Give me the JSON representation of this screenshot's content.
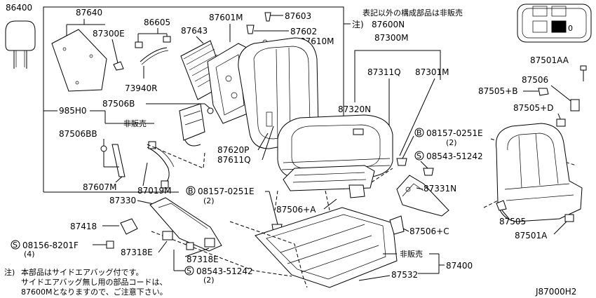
{
  "header_note": "表記以外の構成部品は非販売",
  "note_prefix": "注)",
  "parts": {
    "headrest": "86400",
    "back_board": "87640",
    "clip": "86605",
    "bolt_87300e": "87300E",
    "wire": "73940R",
    "pad_87643": "87643",
    "back_frame": "87601M",
    "part_87603": "87603",
    "part_87602": "87602",
    "part_87610m": "87610M",
    "seat_cushion_assy": "87300M",
    "part_87311q": "87311Q",
    "part_87301m": "87301M",
    "part_87320n": "87320N",
    "part_87506b": "87506B",
    "part_985h0": "985H0",
    "airbag_not_sold": "非販売",
    "part_87506bb": "87506BB",
    "part_87607m": "87607M",
    "part_87019m": "87019M",
    "part_87620p": "87620P",
    "part_87611q": "87611Q",
    "part_87330": "87330",
    "part_87418": "87418",
    "part_87318e_a": "87318E",
    "part_87318e_b": "87318E",
    "part_87506a": "87506+A",
    "part_87331n": "87331N",
    "part_87506c": "87506+C",
    "part_87400": "87400",
    "rail_not_sold": "非販売",
    "part_87532": "87532",
    "part_87501aa": "87501AA",
    "part_87506": "87506",
    "part_87505b": "87505+B",
    "part_87505d": "87505+D",
    "part_87505": "87505",
    "part_87501a": "87501A"
  },
  "fasteners": {
    "bolt_upper": {
      "prefix": "B",
      "code": "08157-0251E",
      "qty": "(2)"
    },
    "screw_upper": {
      "prefix": "S",
      "code": "08543-51242",
      "qty": ""
    },
    "bolt_mid": {
      "prefix": "B",
      "code": "08157-0251E",
      "qty": "(2)"
    },
    "screw_left": {
      "prefix": "S",
      "code": "08156-8201F",
      "qty": "(4)"
    },
    "screw_lower": {
      "prefix": "S",
      "code": "08543-51242",
      "qty": "(2)"
    }
  },
  "assembly_ref": "87600N",
  "footnote": {
    "prefix": "注)",
    "line1": "本部品はサイドエアバッグ付です。",
    "line2": "サイドエアバッグ無し用の部品コードは、",
    "line3": "87600Mとなりますので、ご注意下さい。"
  },
  "diagram_code": "J87000H2",
  "inset": {
    "marker_label": "0"
  }
}
